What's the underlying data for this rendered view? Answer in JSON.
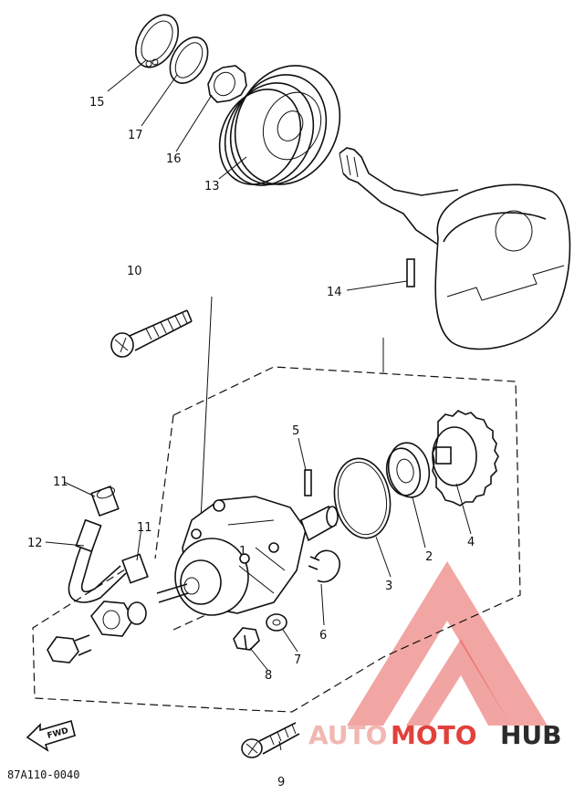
{
  "diagram": {
    "code": "87A110-0040",
    "fwd_label": "FWD",
    "callouts": [
      {
        "id": "c15",
        "label": "15"
      },
      {
        "id": "c17",
        "label": "17"
      },
      {
        "id": "c16",
        "label": "16"
      },
      {
        "id": "c13",
        "label": "13"
      },
      {
        "id": "c14",
        "label": "14"
      },
      {
        "id": "c10",
        "label": "10"
      },
      {
        "id": "c1",
        "label": "1"
      },
      {
        "id": "c5",
        "label": "5"
      },
      {
        "id": "c11a",
        "label": "11"
      },
      {
        "id": "c11b",
        "label": "11"
      },
      {
        "id": "c12",
        "label": "12"
      },
      {
        "id": "c2",
        "label": "2"
      },
      {
        "id": "c3",
        "label": "3"
      },
      {
        "id": "c4",
        "label": "4"
      },
      {
        "id": "c6",
        "label": "6"
      },
      {
        "id": "c7",
        "label": "7"
      },
      {
        "id": "c8",
        "label": "8"
      },
      {
        "id": "c9",
        "label": "9"
      }
    ]
  },
  "watermark": {
    "brand_part1": "AUTO",
    "brand_part2": "MOTO",
    "brand_part3": "HUB",
    "colors": {
      "auto": "#f2b7b2",
      "moto": "#e2403a",
      "hub": "#2b2b2b",
      "logo": "#e2403a"
    }
  }
}
